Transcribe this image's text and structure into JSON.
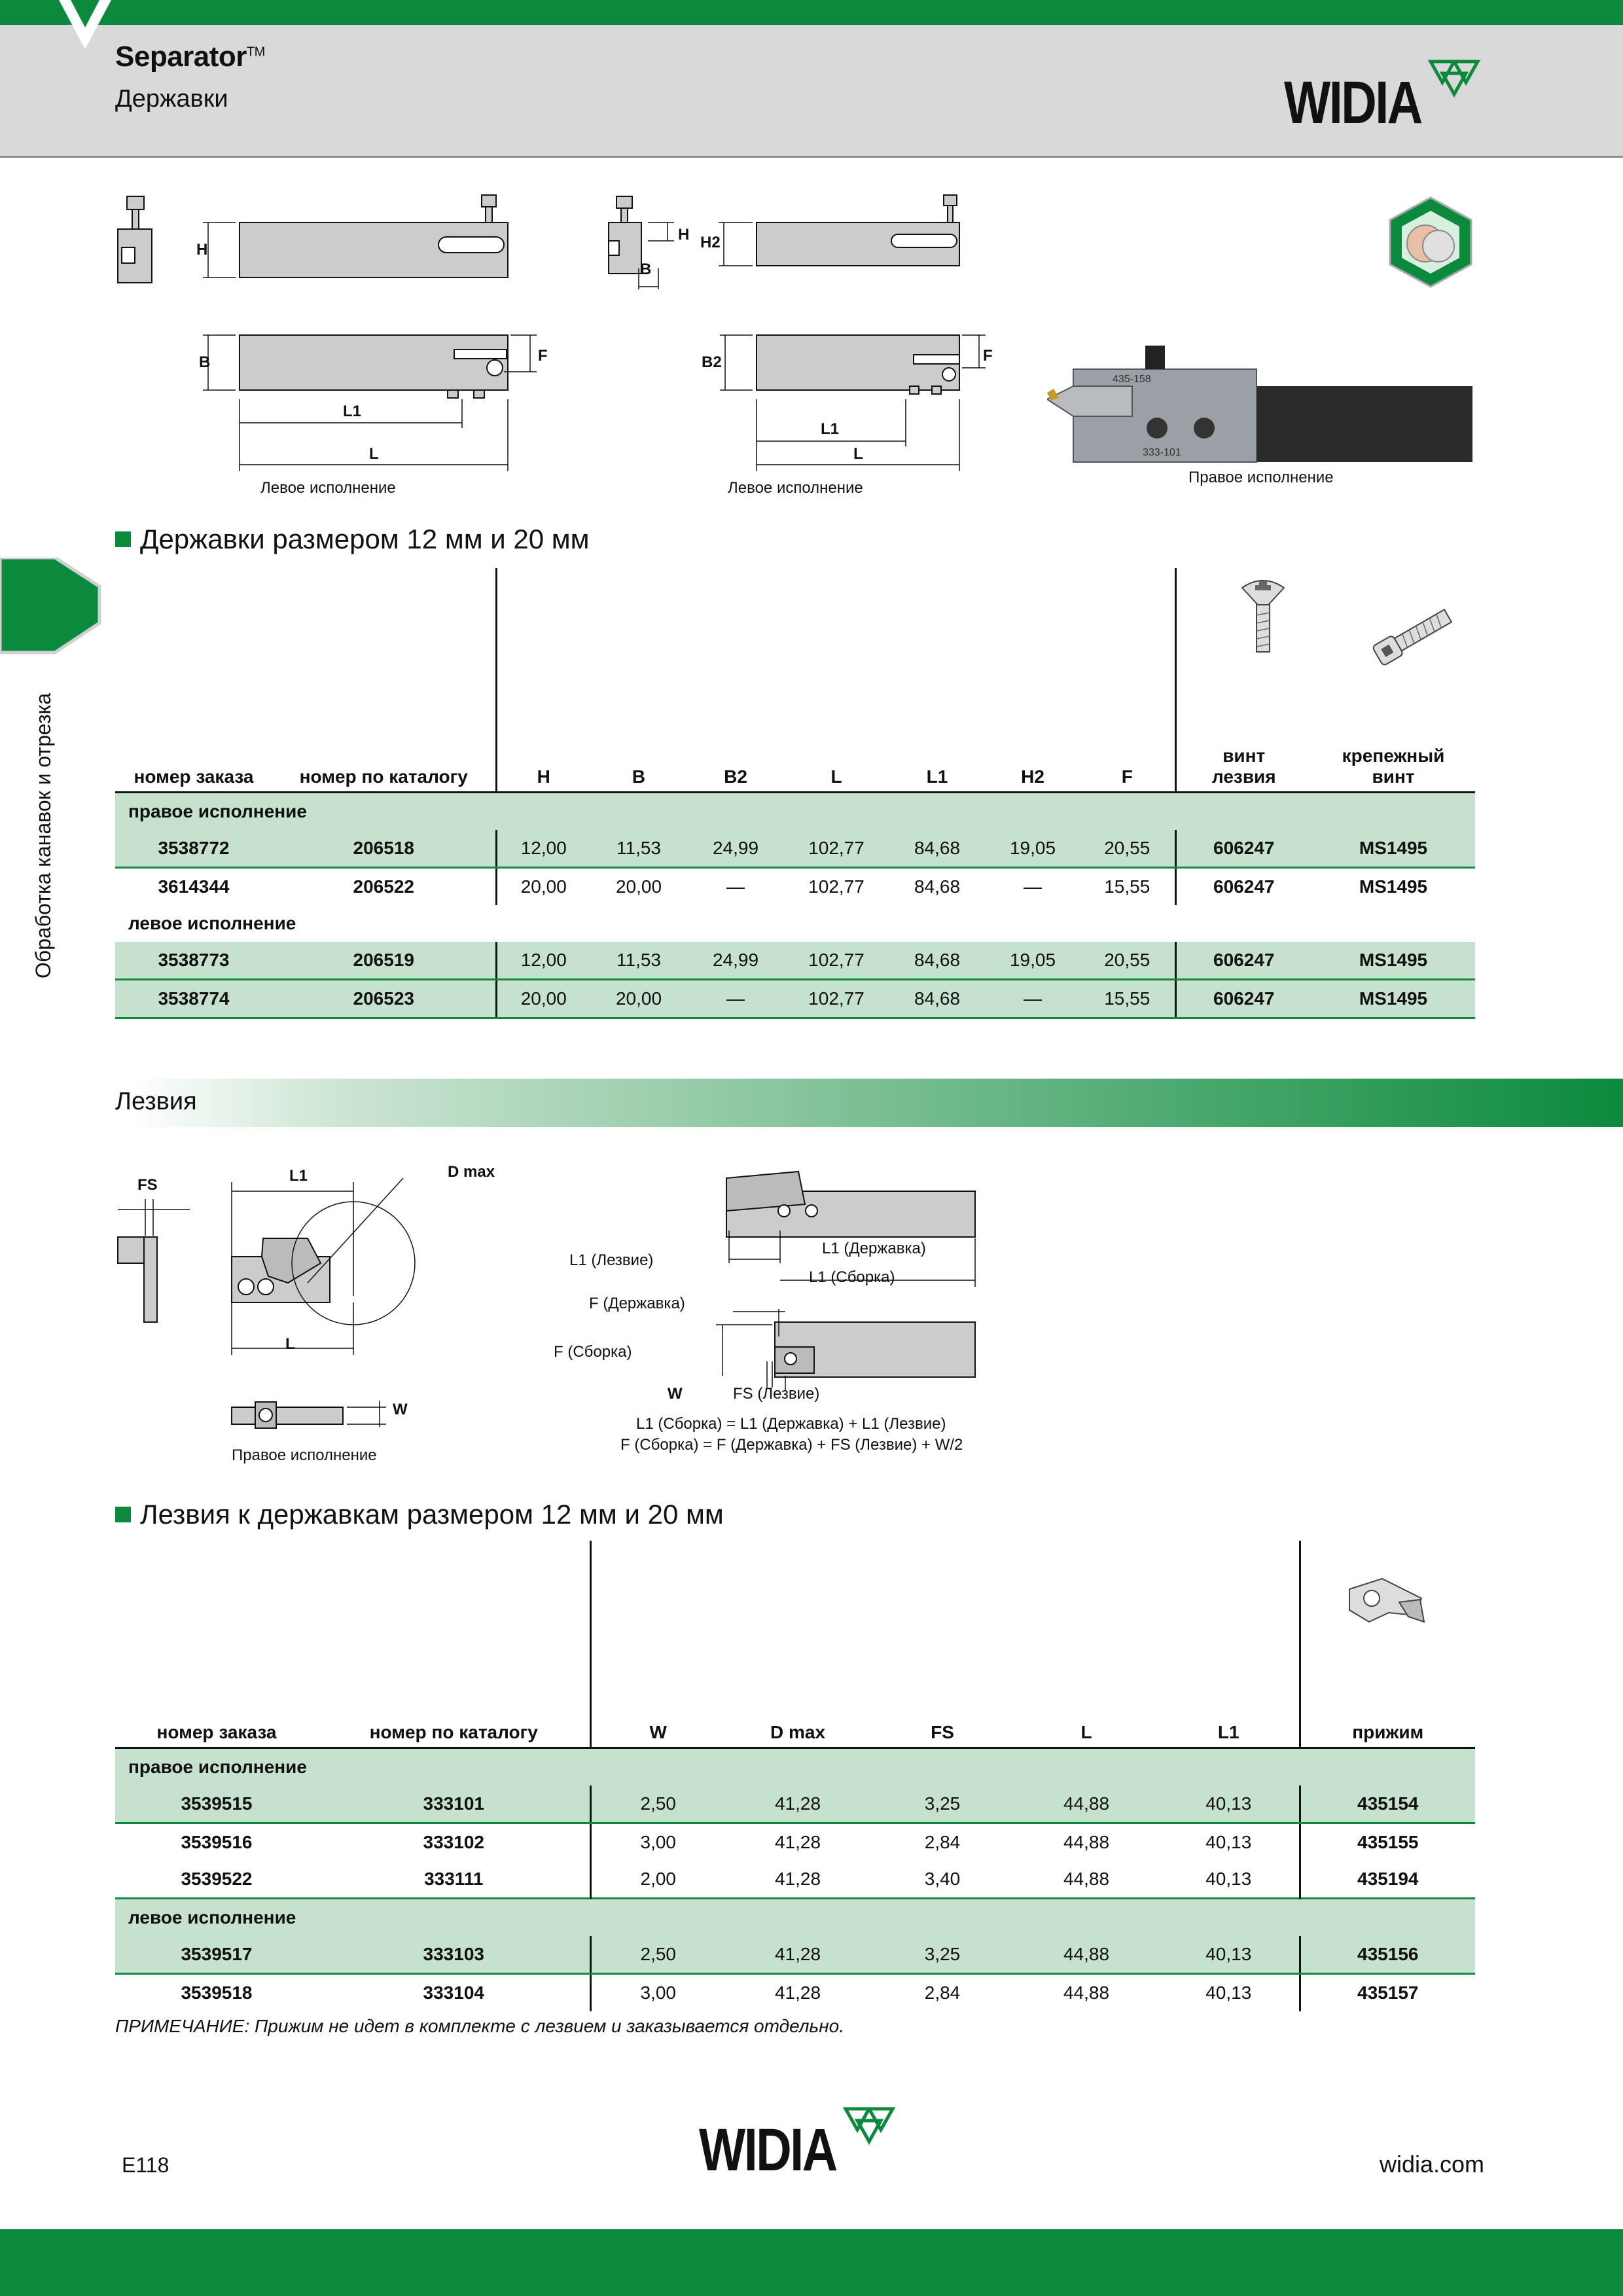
{
  "header": {
    "title": "Separator",
    "title_mark": "TM",
    "subtitle": "Державки",
    "brand": "WIDIA"
  },
  "side_tab": {
    "label": "Обработка канавок и отрезка"
  },
  "holder_figures": {
    "left_caption_1": "Левое исполнение",
    "left_caption_2": "Левое исполнение",
    "right_caption": "Правое исполнение",
    "dims": {
      "H": "H",
      "B": "B",
      "H2": "H2",
      "B2": "B2",
      "F": "F",
      "L": "L",
      "L1": "L1"
    },
    "photo_labels": [
      "435-158",
      "333-101"
    ]
  },
  "holders": {
    "title": "Державки размером 12 мм и 20 мм",
    "columns": [
      "номер заказа",
      "номер по каталогу",
      "H",
      "B",
      "B2",
      "L",
      "L1",
      "H2",
      "F",
      "винт лезвия",
      "крепежный винт"
    ],
    "groups": [
      {
        "label": "правое исполнение",
        "rows": [
          [
            "3538772",
            "206518",
            "12,00",
            "11,53",
            "24,99",
            "102,77",
            "84,68",
            "19,05",
            "20,55",
            "606247",
            "MS1495"
          ],
          [
            "3614344",
            "206522",
            "20,00",
            "20,00",
            "—",
            "102,77",
            "84,68",
            "—",
            "15,55",
            "606247",
            "MS1495"
          ]
        ]
      },
      {
        "label": "левое исполнение",
        "rows": [
          [
            "3538773",
            "206519",
            "12,00",
            "11,53",
            "24,99",
            "102,77",
            "84,68",
            "19,05",
            "20,55",
            "606247",
            "MS1495"
          ],
          [
            "3538774",
            "206523",
            "20,00",
            "20,00",
            "—",
            "102,77",
            "84,68",
            "—",
            "15,55",
            "606247",
            "MS1495"
          ]
        ]
      }
    ]
  },
  "blades_band": {
    "label": "Лезвия"
  },
  "blade_figures": {
    "dims": {
      "FS": "FS",
      "L1": "L1",
      "Dmax": "D max",
      "L": "L",
      "W": "W"
    },
    "caption": "Правое исполнение",
    "asm_labels": {
      "l1_blade": "L1 (Лезвие)",
      "l1_holder": "L1 (Державка)",
      "l1_asm": "L1 (Сборка)",
      "f_holder": "F (Державка)",
      "f_asm": "F (Сборка)",
      "w": "W",
      "fs_blade": "FS (Лезвие)"
    },
    "formula_1": "L1 (Сборка) = L1 (Державка) + L1 (Лезвие)",
    "formula_2": "F (Сборка) = F (Державка) + FS (Лезвие) + W/2"
  },
  "blades": {
    "title": "Лезвия к державкам размером 12 мм и 20 мм",
    "columns": [
      "номер заказа",
      "номер по каталогу",
      "W",
      "D max",
      "FS",
      "L",
      "L1",
      "прижим"
    ],
    "groups": [
      {
        "label": "правое исполнение",
        "rows": [
          [
            "3539515",
            "333101",
            "2,50",
            "41,28",
            "3,25",
            "44,88",
            "40,13",
            "435154"
          ],
          [
            "3539516",
            "333102",
            "3,00",
            "41,28",
            "2,84",
            "44,88",
            "40,13",
            "435155"
          ],
          [
            "3539522",
            "333111",
            "2,00",
            "41,28",
            "3,40",
            "44,88",
            "40,13",
            "435194"
          ]
        ]
      },
      {
        "label": "левое исполнение",
        "rows": [
          [
            "3539517",
            "333103",
            "2,50",
            "41,28",
            "3,25",
            "44,88",
            "40,13",
            "435156"
          ],
          [
            "3539518",
            "333104",
            "3,00",
            "41,28",
            "2,84",
            "44,88",
            "40,13",
            "435157"
          ]
        ]
      }
    ],
    "note": "ПРИМЕЧАНИЕ: Прижим не идет в комплекте с лезвием и заказывается отдельно."
  },
  "footer": {
    "page": "E118",
    "site": "widia.com",
    "brand": "WIDIA"
  },
  "colors": {
    "brand_green": "#0b8a3d",
    "row_shade": "#c7e1cf",
    "header_gray": "#d9d9d9"
  }
}
